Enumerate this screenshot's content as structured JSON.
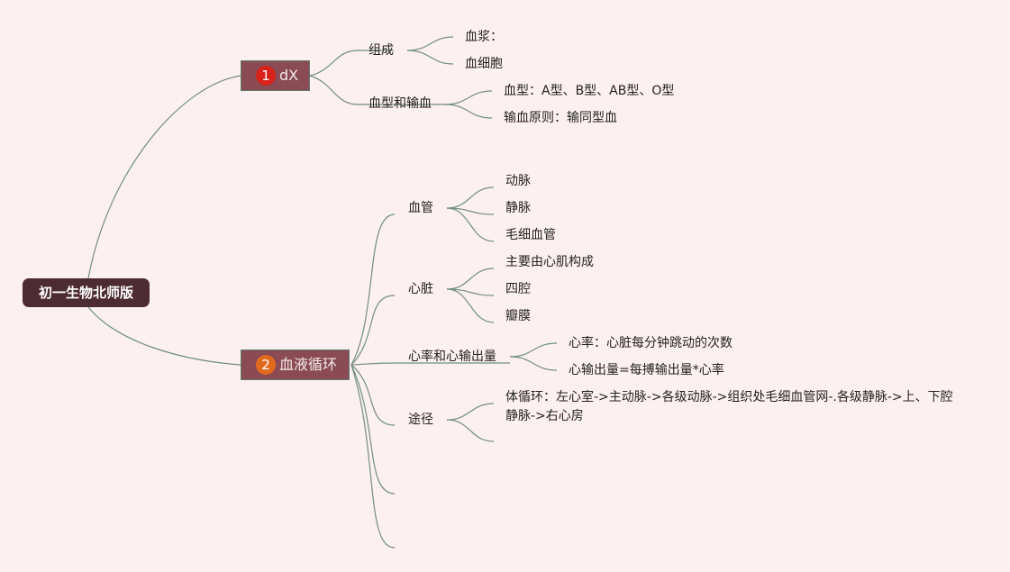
{
  "colors": {
    "background": "#fdf0f0",
    "root": "#4d2b32",
    "main": "#8a4b54",
    "link": "#6f8f80",
    "badge1": "#d9231a",
    "badge2": "#e06a1c"
  },
  "root": {
    "label": "初一生物北师版"
  },
  "branch1": {
    "badge": "1",
    "label": "dX",
    "children": [
      {
        "label": "组成",
        "children": [
          "血浆：",
          "血细胞"
        ]
      },
      {
        "label": "血型和输血",
        "children": [
          "血型：A型、B型、AB型、O型",
          "输血原则：输同型血"
        ]
      }
    ]
  },
  "branch2": {
    "badge": "2",
    "label": "血液循环",
    "children": [
      {
        "label": "血管",
        "children": [
          "动脉",
          "静脉",
          "毛细血管"
        ]
      },
      {
        "label": "心脏",
        "children": [
          "主要由心肌构成",
          "四腔",
          "瓣膜"
        ]
      },
      {
        "label": "心率和心输出量",
        "children": [
          "心率：心脏每分钟跳动的次数",
          "心输出量=每搏输出量*心率"
        ]
      },
      {
        "label": "途径",
        "children": [
          "体循环：左心室->主动脉->各级动脉->组织处毛细血管网-.各级静脉->上、下腔静脉->右心房",
          ""
        ]
      },
      {
        "label": "",
        "children": []
      },
      {
        "label": "",
        "children": []
      }
    ]
  }
}
